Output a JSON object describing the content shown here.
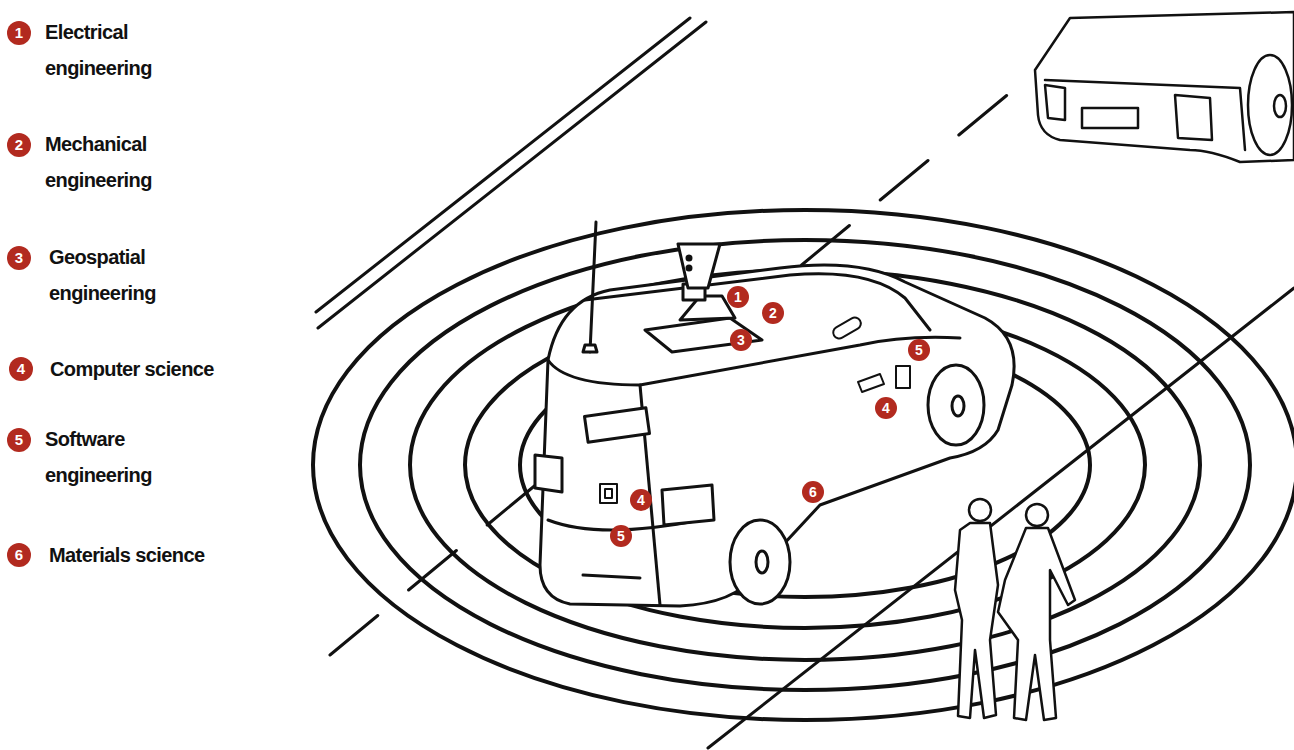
{
  "diagram": {
    "labels": [
      "1",
      "Electrical engineering",
      "2",
      "Mechanical engineering",
      "3",
      "Geospatial engineering",
      "4",
      "Computer science",
      "5",
      "Software engineering",
      "6",
      "Materials science",
      "1",
      "2",
      "3",
      "5",
      "4",
      "4",
      "5",
      "6"
    ]
  }
}
